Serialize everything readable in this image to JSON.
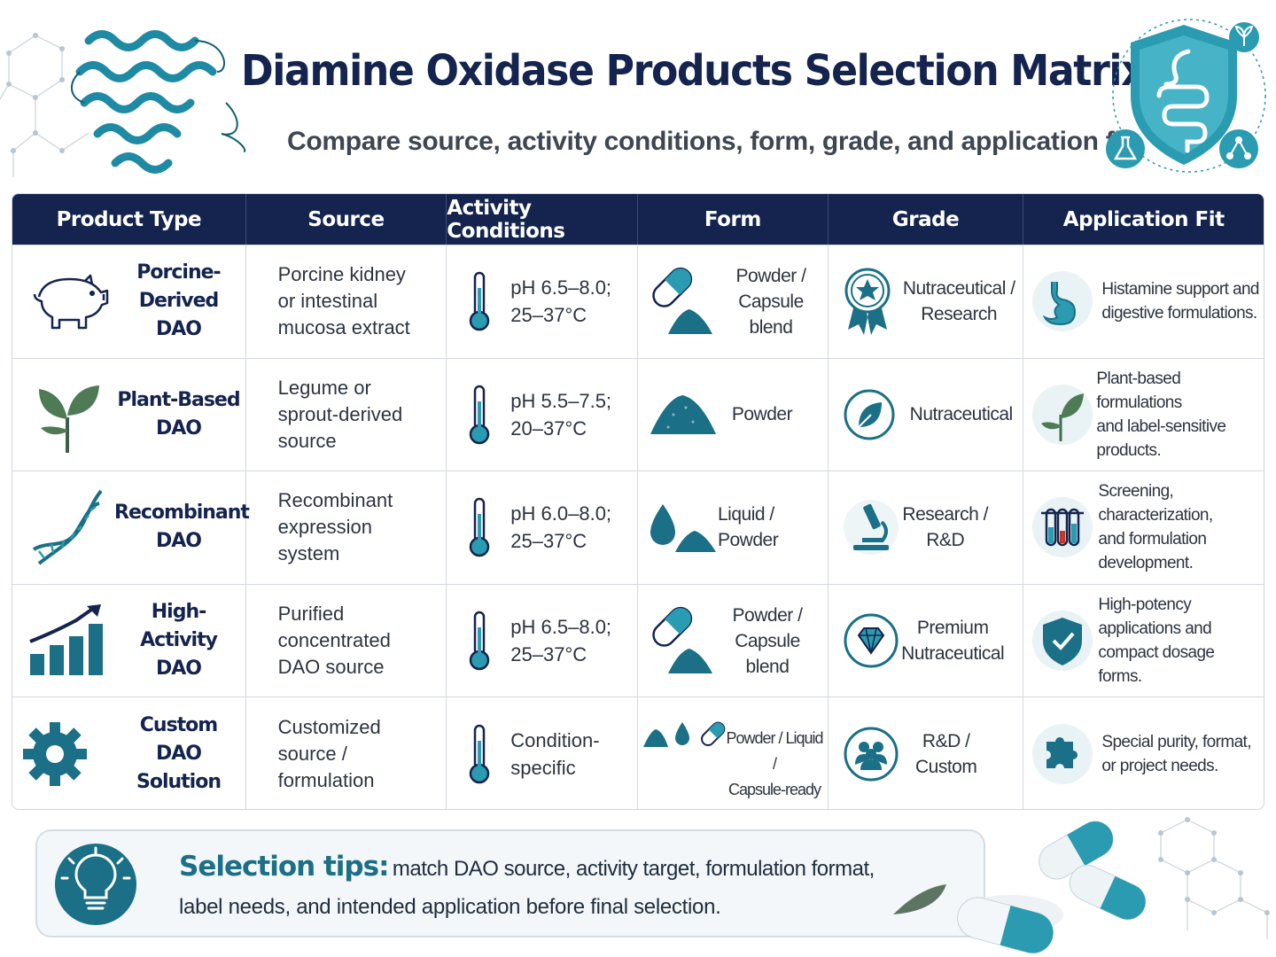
{
  "header": {
    "title": "Diamine Oxidase Products Selection Matrix",
    "subtitle": "Compare source, activity conditions, form, grade, and application fit"
  },
  "columns": [
    "Product Type",
    "Source",
    "Activity Conditions",
    "Form",
    "Grade",
    "Application Fit"
  ],
  "rows": [
    {
      "icon": "pig-icon",
      "product_type": [
        "Porcine-Derived",
        "DAO"
      ],
      "source": [
        "Porcine kidney",
        "or intestinal",
        "mucosa extract"
      ],
      "activity_icon": "thermometer-icon",
      "activity": [
        "pH 6.5–8.0;",
        "25–37°C"
      ],
      "form_icon": "capsule-powder-icon",
      "form": [
        "Powder /",
        "Capsule blend"
      ],
      "grade_icon": "award-ribbon-icon",
      "grade": [
        "Nutraceutical /",
        "Research"
      ],
      "app_icon": "stomach-icon",
      "application": [
        "Histamine support and",
        "digestive formulations."
      ]
    },
    {
      "icon": "plant-icon",
      "product_type": [
        "Plant-Based",
        "DAO"
      ],
      "source": [
        "Legume or",
        "sprout-derived",
        "source"
      ],
      "activity_icon": "thermometer-icon",
      "activity": [
        "pH 5.5–7.5;",
        "20–37°C"
      ],
      "form_icon": "powder-pile-icon",
      "form": [
        "Powder"
      ],
      "grade_icon": "leaf-icon",
      "grade": [
        "Nutraceutical"
      ],
      "app_icon": "plant-icon",
      "application": [
        "Plant-based formulations",
        "and label-sensitive",
        "products."
      ]
    },
    {
      "icon": "dna-icon",
      "product_type": [
        "Recombinant",
        "DAO"
      ],
      "source": [
        "Recombinant",
        "expression",
        "system"
      ],
      "activity_icon": "thermometer-icon",
      "activity": [
        "pH 6.0–8.0;",
        "25–37°C"
      ],
      "form_icon": "droplet-powder-icon",
      "form": [
        "Liquid /",
        "Powder"
      ],
      "grade_icon": "microscope-icon",
      "grade": [
        "Research /",
        "R&D"
      ],
      "app_icon": "test-tubes-icon",
      "application": [
        "Screening, characterization,",
        "and formulation",
        "development."
      ]
    },
    {
      "icon": "growth-chart-icon",
      "product_type": [
        "High-Activity",
        "DAO"
      ],
      "source": [
        "Purified",
        "concentrated",
        "DAO source"
      ],
      "activity_icon": "thermometer-icon",
      "activity": [
        "pH 6.5–8.0;",
        "25–37°C"
      ],
      "form_icon": "capsule-powder-icon",
      "form": [
        "Powder /",
        "Capsule blend"
      ],
      "grade_icon": "diamond-icon",
      "grade": [
        "Premium",
        "Nutraceutical"
      ],
      "app_icon": "shield-check-icon",
      "application": [
        "High-potency",
        "applications and",
        "compact dosage forms."
      ]
    },
    {
      "icon": "gear-icon",
      "product_type": [
        "Custom DAO",
        "Solution"
      ],
      "source": [
        "Customized",
        "source /",
        "formulation"
      ],
      "activity_icon": "thermometer-icon",
      "activity": [
        "Condition-",
        "specific"
      ],
      "form_icon": "powder-drop-capsule-icon",
      "form": [
        "Powder / Liquid /",
        "Capsule-ready"
      ],
      "grade_icon": "team-icon",
      "grade": [
        "R&D /",
        "Custom"
      ],
      "app_icon": "puzzle-icon",
      "application": [
        "Special purity, format,",
        "or project needs."
      ]
    }
  ],
  "tips": {
    "title": "Selection tips:",
    "line1": "match DAO source, activity target, formulation format,",
    "line2": "label needs, and intended application before final selection."
  },
  "colors": {
    "navy": "#14244f",
    "teal": "#1b6f86",
    "accent": "#2a9bb0"
  }
}
